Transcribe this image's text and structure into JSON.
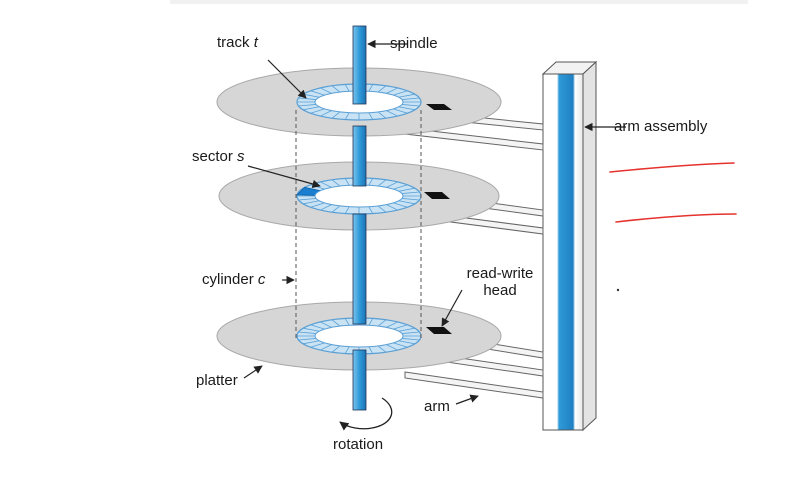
{
  "labels": {
    "track": "track",
    "track_var": "t",
    "spindle": "spindle",
    "arm_assembly": "arm assembly",
    "sector": "sector",
    "sector_var": "s",
    "cylinder": "cylinder",
    "cylinder_var": "c",
    "read_write_line1": "read-write",
    "read_write_line2": "head",
    "platter": "platter",
    "arm": "arm",
    "rotation": "rotation"
  },
  "colors": {
    "platter_fill": "#d6d6d6",
    "platter_edge": "#a8a8a8",
    "track_ring": "#c9e3f5",
    "track_ring_edge": "#5a9fd4",
    "spindle_blue": "#2f9ad8",
    "sector_highlight": "#1a7fd1",
    "head_black": "#111111",
    "annotation_red": "#e5322d"
  }
}
